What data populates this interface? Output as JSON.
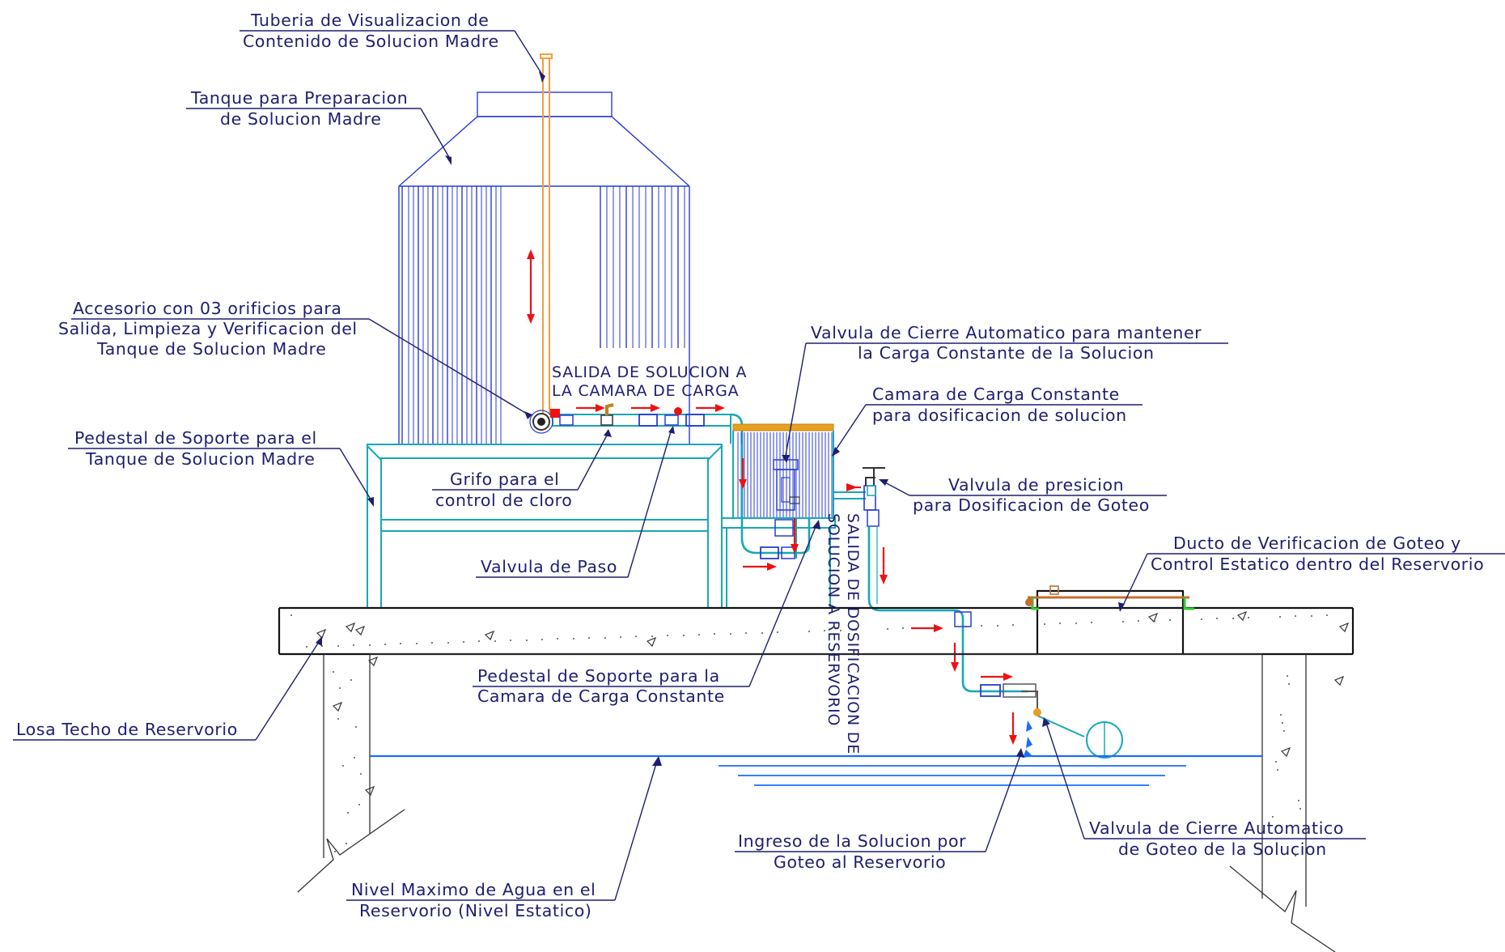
{
  "labels": {
    "tuberia_visualizacion": [
      "Tuberia de Visualizacion de",
      "Contenido de Solucion Madre"
    ],
    "tanque_preparacion": [
      "Tanque para Preparacion",
      "de Solucion Madre"
    ],
    "accesorio": [
      "Accesorio con 03 orificios para",
      "Salida, Limpieza y Verificacion del",
      "Tanque de Solucion Madre"
    ],
    "salida_solucion": [
      "SALIDA DE SOLUCION A",
      "LA CAMARA DE CARGA"
    ],
    "pedestal_tanque": [
      "Pedestal de Soporte para el",
      "Tanque de Solucion Madre"
    ],
    "grifo": [
      "Grifo para el",
      "control de cloro"
    ],
    "valvula_paso": [
      "Valvula de Paso"
    ],
    "valvula_cierre_carga": [
      "Valvula de Cierre Automatico para mantener",
      "la Carga Constante de la Solucion"
    ],
    "camara_carga": [
      "Camara de Carga Constante",
      "para dosificacion de solucion"
    ],
    "valvula_presicion": [
      "Valvula de presicion",
      "para Dosificacion de Goteo"
    ],
    "ducto_verificacion": [
      "Ducto de Verificacion de Goteo y",
      "Control Estatico dentro del Reservorio"
    ],
    "salida_dosificacion": [
      "SALIDA DE DOSIFICACION DE",
      "SOLUCION A RESERVORIO"
    ],
    "pedestal_camara": [
      "Pedestal de Soporte para la",
      "Camara de Carga Constante"
    ],
    "losa_techo": [
      "Losa Techo de Reservorio"
    ],
    "ingreso_solucion": [
      "Ingreso de la Solucion por",
      "Goteo al Reservorio"
    ],
    "valvula_goteo": [
      "Valvula de Cierre Automatico",
      "de Goteo de la Solucion"
    ],
    "nivel_maximo": [
      "Nivel Maximo de Agua en el",
      "Reservorio (Nivel Estatico)"
    ]
  },
  "colors": {
    "label_text": "#1e1e6e",
    "tank_lines": "#2a3cd0",
    "pipe": "#17a8b8",
    "flow_arrows": "#ee1111",
    "sight_tube": "#f0a040",
    "water": "#1a6cff"
  }
}
